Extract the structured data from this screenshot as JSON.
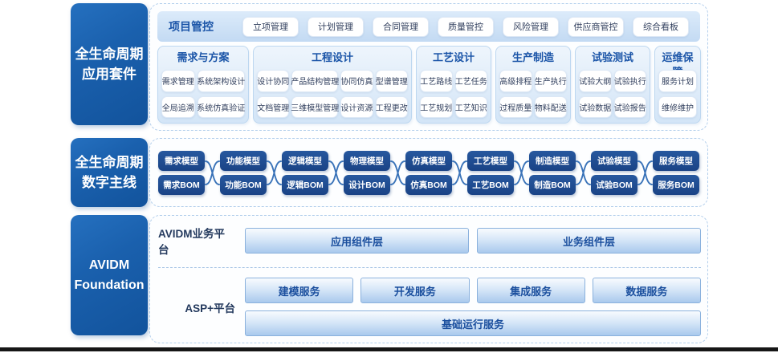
{
  "colors": {
    "primary_blue": "#1a60ad",
    "navy_box": "#1d4a8f",
    "title_blue": "#1b55a8",
    "bar_fill_bottom": "#a9c9ed",
    "bar_border": "#8ab1dd"
  },
  "suite": {
    "label": [
      "全生命周期",
      "应用套件"
    ],
    "project_row": {
      "title": "项目管控",
      "buttons": [
        "立项管理",
        "计划管理",
        "合同管理",
        "质量管控",
        "风险管理",
        "供应商管控",
        "综合看板"
      ]
    },
    "columns": [
      {
        "title": "需求与方案",
        "rows": [
          [
            "需求管理",
            "系统架构设计"
          ],
          [
            "全局追溯",
            "系统仿真验证"
          ]
        ]
      },
      {
        "title": "工程设计",
        "rows": [
          [
            "设计协同",
            "产品结构管理",
            "协同仿真",
            "型谱管理"
          ],
          [
            "文档管理",
            "三维模型管理",
            "设计资源",
            "工程更改"
          ]
        ]
      },
      {
        "title": "工艺设计",
        "rows": [
          [
            "工艺路线",
            "工艺任务"
          ],
          [
            "工艺规划",
            "工艺知识"
          ]
        ]
      },
      {
        "title": "生产制造",
        "rows": [
          [
            "高级排程",
            "生产执行"
          ],
          [
            "过程质量",
            "物料配送"
          ]
        ]
      },
      {
        "title": "试验测试",
        "rows": [
          [
            "试验大纲",
            "试验执行"
          ],
          [
            "试验数据",
            "试验报告"
          ]
        ]
      },
      {
        "title": "运维保障",
        "rows": [
          [
            "服务计划"
          ],
          [
            "维修维护"
          ]
        ]
      }
    ]
  },
  "thread": {
    "label": [
      "全生命周期",
      "数字主线"
    ],
    "pairs": [
      {
        "top": "需求模型",
        "bottom": "需求BOM"
      },
      {
        "top": "功能模型",
        "bottom": "功能BOM"
      },
      {
        "top": "逻辑模型",
        "bottom": "逻辑BOM"
      },
      {
        "top": "物理模型",
        "bottom": "设计BOM"
      },
      {
        "top": "仿真模型",
        "bottom": "仿真BOM"
      },
      {
        "top": "工艺模型",
        "bottom": "工艺BOM"
      },
      {
        "top": "制造模型",
        "bottom": "制造BOM"
      },
      {
        "top": "试验模型",
        "bottom": "试验BOM"
      },
      {
        "top": "服务模型",
        "bottom": "服务BOM"
      }
    ]
  },
  "foundation": {
    "label": [
      "AVIDM",
      "Foundation"
    ],
    "business_platform": {
      "label": "AVIDM业务平台",
      "bars": [
        "应用组件层",
        "业务组件层"
      ]
    },
    "asp_platform": {
      "label": "ASP+平台",
      "bars": [
        "建模服务",
        "开发服务",
        "集成服务",
        "数据服务"
      ],
      "base_bar": "基础运行服务"
    }
  }
}
